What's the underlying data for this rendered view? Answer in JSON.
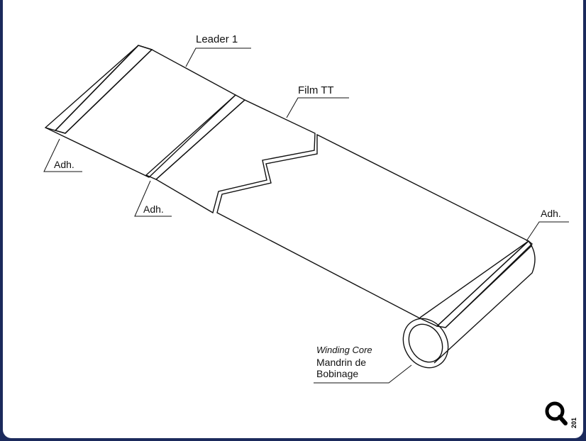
{
  "labels": {
    "leader": "Leader 1",
    "film": "Film TT",
    "adh_left": "Adh.",
    "adh_middle": "Adh.",
    "adh_right": "Adh.",
    "winding_core": "Winding Core",
    "mandrin_line1": "Mandrin de",
    "mandrin_line2": "Bobinage"
  },
  "page_number": "201",
  "icons": {
    "corner": "magnifier-icon"
  },
  "colors": {
    "background": "#1b2a5c",
    "panel": "#ffffff",
    "stroke": "#111111",
    "film_dots": "#8a8a8a",
    "adhesive_dots": "#b0b0b0"
  }
}
